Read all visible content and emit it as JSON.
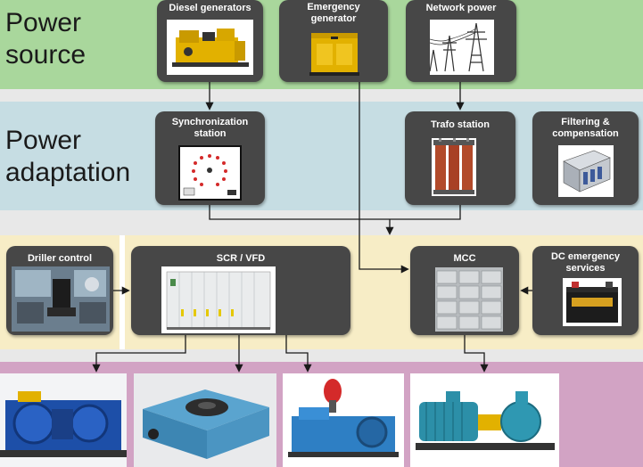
{
  "rows": {
    "source": {
      "label_line1": "Power",
      "label_line2": "source"
    },
    "adaptation": {
      "label_line1": "Power",
      "label_line2": "adaptation"
    }
  },
  "boxes": {
    "diesel": {
      "title": "Diesel generators"
    },
    "emergency": {
      "title_line1": "Emergency",
      "title_line2": "generator"
    },
    "network": {
      "title": "Network power"
    },
    "sync": {
      "title_line1": "Synchronization",
      "title_line2": "station"
    },
    "trafo": {
      "title": "Trafo station"
    },
    "filtering": {
      "title_line1": "Filtering &",
      "title_line2": "compensation"
    },
    "driller": {
      "title": "Driller control"
    },
    "scr": {
      "title": "SCR / VFD"
    },
    "mcc": {
      "title": "MCC"
    },
    "dc": {
      "title_line1": "DC emergency",
      "title_line2": "services"
    }
  },
  "colors": {
    "source_band": "#a9d79c",
    "adaptation_band": "#c6dde3",
    "distribution_band": "#f7edc6",
    "equipment_band": "#d2a3c4",
    "gap": "#e8e8e8",
    "box": "#474747",
    "wire": "#1a1a1a"
  },
  "icons": {
    "diesel": "diesel-generator-icon",
    "emergency": "emergency-generator-icon",
    "network": "power-pylon-icon",
    "sync": "synchroscope-icon",
    "trafo": "transformer-icon",
    "filtering": "filter-cabinet-icon",
    "driller": "driller-cabin-icon",
    "scr": "drive-cabinet-icon",
    "mcc": "switchgear-icon",
    "dc": "battery-icon",
    "equip1": "drawworks-icon",
    "equip2": "rotary-table-icon",
    "equip3": "mud-pump-icon",
    "equip4": "centrifugal-pump-icon"
  }
}
